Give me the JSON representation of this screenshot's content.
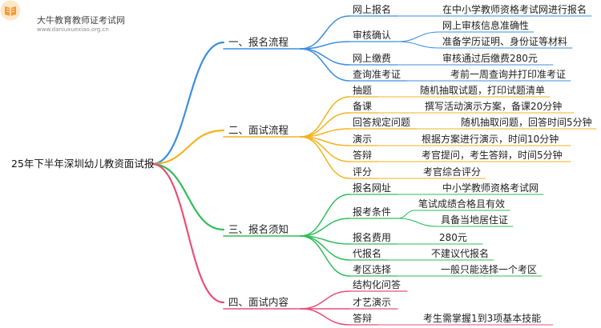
{
  "brand": {
    "name": "大牛教育教师证考试网",
    "url": "www.daniuxuexiao.org.cn"
  },
  "root": "25年下半年深圳幼儿教资面试报",
  "branches": [
    {
      "label": "一、报名流程",
      "color": "#3d8fe0",
      "children": [
        {
          "label": "网上报名",
          "leaves": [
            "在中小学教师资格考试网进行报名"
          ]
        },
        {
          "label": "审核确认",
          "leaves": [
            "网上审核信息准确性",
            "准备学历证明、身份证等材料"
          ]
        },
        {
          "label": "网上缴费",
          "leaves": [
            "审核通过后缴费280元"
          ]
        },
        {
          "label": "查询准考证",
          "leaves": [
            "考前一周查询并打印准考证"
          ]
        }
      ]
    },
    {
      "label": "二、面试流程",
      "color": "#f3b31c",
      "children": [
        {
          "label": "抽题",
          "leaves": [
            "随机抽取试题，打印试题清单"
          ]
        },
        {
          "label": "备课",
          "leaves": [
            "撰写活动演示方案，备课20分钟"
          ]
        },
        {
          "label": "回答规定问题",
          "leaves": [
            "随机抽取问题，回答时间5分钟"
          ]
        },
        {
          "label": "演示",
          "leaves": [
            "根据方案进行演示，时间10分钟"
          ]
        },
        {
          "label": "答辩",
          "leaves": [
            "考官提问，考生答辩，时间5分钟"
          ]
        },
        {
          "label": "评分",
          "leaves": [
            "考官综合评分"
          ]
        }
      ]
    },
    {
      "label": "三、报名须知",
      "color": "#2ebd5a",
      "children": [
        {
          "label": "报名网址",
          "leaves": [
            "中小学教师资格考试网"
          ]
        },
        {
          "label": "报考条件",
          "leaves": [
            "笔试成绩合格且有效",
            "具备当地居住证"
          ]
        },
        {
          "label": "报名费用",
          "leaves": [
            "280元"
          ]
        },
        {
          "label": "代报名",
          "leaves": [
            "不建议代报名"
          ]
        },
        {
          "label": "考区选择",
          "leaves": [
            "一般只能选择一个考区"
          ]
        }
      ]
    },
    {
      "label": "四、面试内容",
      "color": "#e84f78",
      "children": [
        {
          "label": "结构化问答",
          "leaves": []
        },
        {
          "label": "才艺演示",
          "leaves": []
        },
        {
          "label": "答辩",
          "leaves": [
            "考生需掌握1到3项基本技能"
          ]
        }
      ]
    }
  ]
}
